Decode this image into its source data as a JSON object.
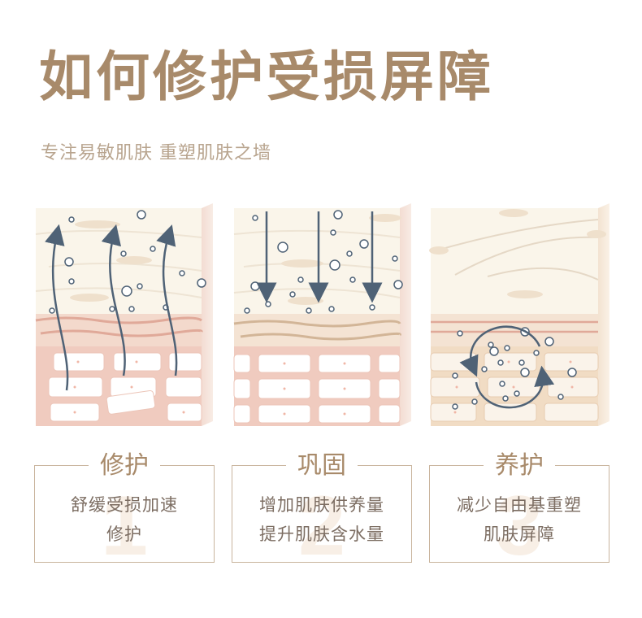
{
  "header": {
    "title": "如何修护受损屏障",
    "subtitle": "专注易敏肌肤 重塑肌肤之墙"
  },
  "cards": [
    {
      "title": "修护",
      "number": "1",
      "line1": "舒缓受损加速",
      "line2": "修护"
    },
    {
      "title": "巩固",
      "number": "2",
      "line1": "增加肌肤供养量",
      "line2": "提升肌肤含水量"
    },
    {
      "title": "养护",
      "number": "3",
      "line1": "减少自由基重塑",
      "line2": "肌肤屏障"
    }
  ],
  "colors": {
    "title": "#a88a6a",
    "subtitle": "#b8a48e",
    "card_border": "#c9b49d",
    "skin_top": "#faf5ea",
    "skin_pink": "#f0cdc1",
    "skin_beige": "#f1dcc4",
    "arrow": "#4f6276"
  },
  "icons": [
    "arrow-up-icon",
    "arrow-down-icon",
    "cycle-arrows-icon",
    "bubble-icon",
    "skin-cell-icon"
  ]
}
